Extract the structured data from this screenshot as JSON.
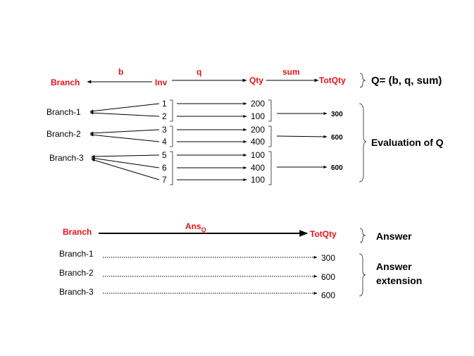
{
  "schema": {
    "branch": "Branch",
    "b": "b",
    "inv": "Inv",
    "q": "q",
    "qty": "Qty",
    "sum": "sum",
    "totqty": "TotQty",
    "formula": "Q= (b, q, sum)"
  },
  "evaluation": {
    "label": "Evaluation of Q",
    "branches": [
      "Branch-1",
      "Branch-2",
      "Branch-3"
    ],
    "invs": [
      "1",
      "2",
      "3",
      "4",
      "5",
      "6",
      "7"
    ],
    "qtys": [
      "200",
      "100",
      "200",
      "400",
      "100",
      "400",
      "100"
    ],
    "totals": [
      "300",
      "600",
      "600"
    ]
  },
  "answer": {
    "branch": "Branch",
    "ans": "Ans",
    "ans_sub": "Q",
    "totqty": "TotQty",
    "label": "Answer"
  },
  "extension": {
    "label_line1": "Answer",
    "label_line2": "extension",
    "rows": [
      {
        "branch": "Branch-1",
        "value": "300"
      },
      {
        "branch": "Branch-2",
        "value": "600"
      },
      {
        "branch": "Branch-3",
        "value": "600"
      }
    ]
  },
  "colors": {
    "accent": "#e8121b",
    "text": "#000000"
  }
}
